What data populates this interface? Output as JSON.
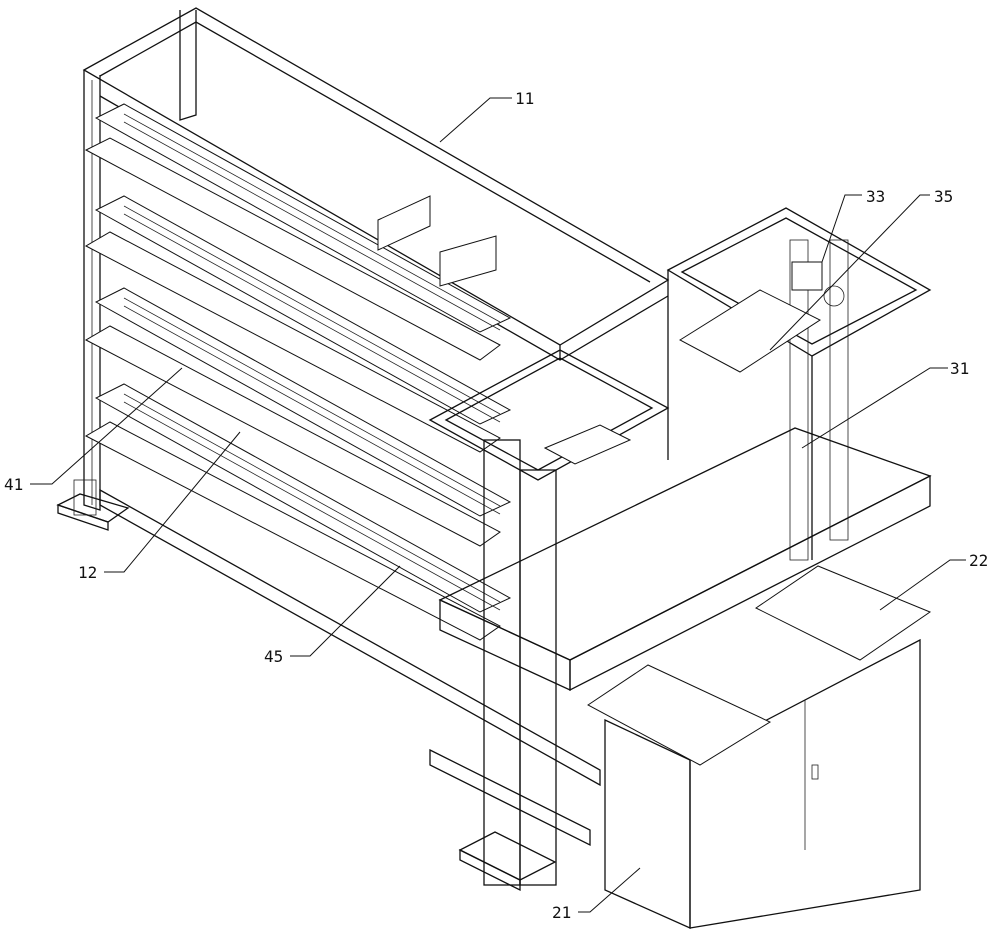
{
  "labels": {
    "l11": "11",
    "l33": "33",
    "l35": "35",
    "l31": "31",
    "l22": "22",
    "l41": "41",
    "l12": "12",
    "l45": "45",
    "l21": "21"
  }
}
